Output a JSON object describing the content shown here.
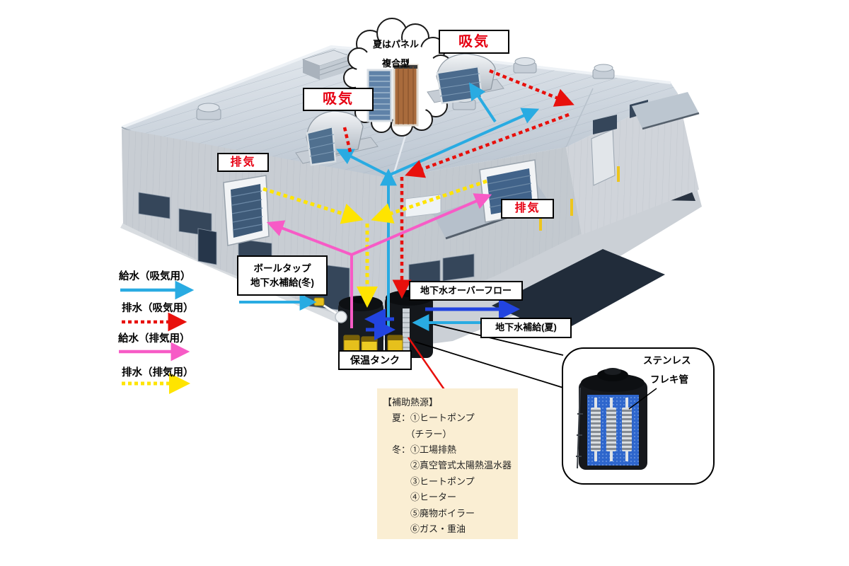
{
  "colors": {
    "supply_intake_cyan": "#29abe2",
    "drain_intake_red": "#e8100c",
    "supply_exhaust_magenta": "#f75bc6",
    "drain_exhaust_yellow": "#ffe400",
    "groundwater_blue": "#2244e0",
    "label_red": "#e60012",
    "note_background": "#faeed3"
  },
  "labels": {
    "intake_roof_left": "吸気",
    "intake_roof_right": "吸気",
    "exhaust_wall_left": "排気",
    "exhaust_wall_right": "排気"
  },
  "cloud_note": {
    "line1": "夏はパネル",
    "line2": "複合型"
  },
  "legend": {
    "items": [
      {
        "label": "給水（吸気用）",
        "line_style": "solid",
        "color": "#29abe2"
      },
      {
        "label": "排水（吸気用）",
        "line_style": "dotted",
        "color": "#e8100c"
      },
      {
        "label": "給水（排気用）",
        "line_style": "solid",
        "color": "#f75bc6"
      },
      {
        "label": "排水（排気用）",
        "line_style": "dotted",
        "color": "#ffe400"
      }
    ]
  },
  "callouts": {
    "ball_tap": {
      "line1": "ボールタップ",
      "line2": "地下水補給(冬)"
    },
    "overflow": "地下水オーバーフロー",
    "summer_supply": "地下水補給(夏)",
    "storage_tank": "保温タンク",
    "inset": {
      "line1": "ステンレス",
      "line2": "フレキ管"
    }
  },
  "note_box": {
    "lines": [
      "【補助熱源】",
      "　夏：①ヒートポンプ",
      "　　　（チラー）",
      "　冬：①工場排熱",
      "　　　②真空管式太陽熱温水器",
      "　　　③ヒートポンプ",
      "　　　④ヒーター",
      "　　　⑤廃物ボイラー",
      "　　　⑥ガス・重油"
    ]
  }
}
